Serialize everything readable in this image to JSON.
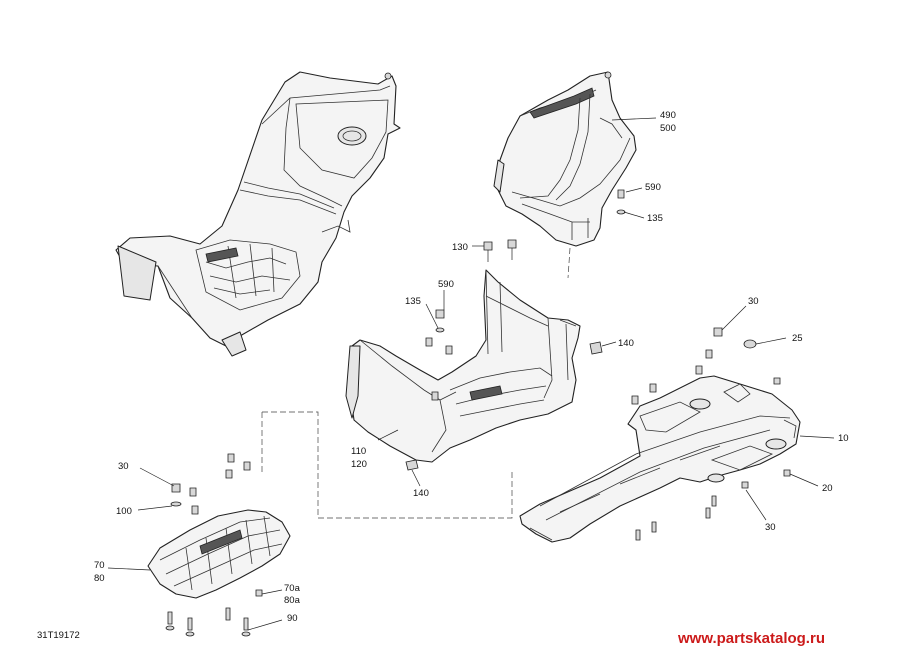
{
  "diagram": {
    "reference_code": "31T19172",
    "watermark": "www.partskatalog.ru",
    "callouts": [
      {
        "id": "c490",
        "text": "490"
      },
      {
        "id": "c500",
        "text": "500"
      },
      {
        "id": "c590a",
        "text": "590"
      },
      {
        "id": "c135a",
        "text": "135"
      },
      {
        "id": "c130",
        "text": "130"
      },
      {
        "id": "c590b",
        "text": "590"
      },
      {
        "id": "c135b",
        "text": "135"
      },
      {
        "id": "c140a",
        "text": "140"
      },
      {
        "id": "c30a",
        "text": "30"
      },
      {
        "id": "c25",
        "text": "25"
      },
      {
        "id": "c110",
        "text": "110"
      },
      {
        "id": "c120",
        "text": "120"
      },
      {
        "id": "c140b",
        "text": "140"
      },
      {
        "id": "c10",
        "text": "10"
      },
      {
        "id": "c20",
        "text": "20"
      },
      {
        "id": "c30b",
        "text": "30"
      },
      {
        "id": "c30c",
        "text": "30"
      },
      {
        "id": "c100",
        "text": "100"
      },
      {
        "id": "c70",
        "text": "70"
      },
      {
        "id": "c80",
        "text": "80"
      },
      {
        "id": "c70a",
        "text": "70a"
      },
      {
        "id": "c80a",
        "text": "80a"
      },
      {
        "id": "c90",
        "text": "90"
      }
    ]
  }
}
